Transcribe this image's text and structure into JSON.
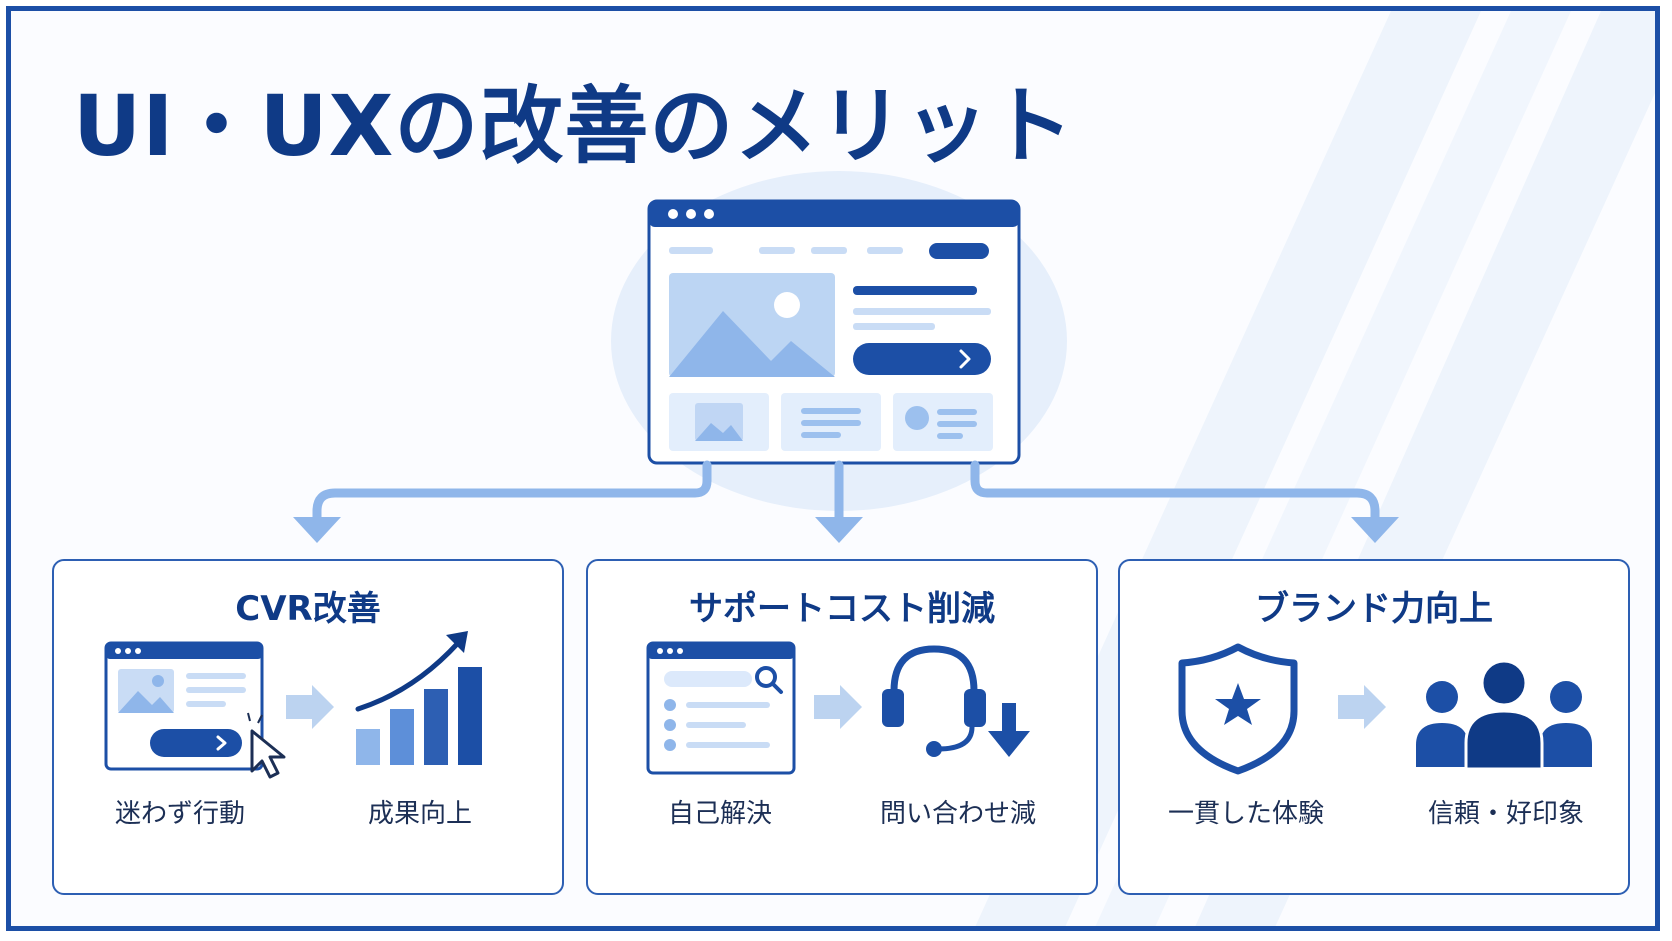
{
  "title": "UI・UXの改善のメリット",
  "cards": [
    {
      "title": "CVR改善",
      "left_label": "迷わず行動",
      "right_label": "成果向上"
    },
    {
      "title": "サポートコスト削減",
      "left_label": "自己解決",
      "right_label": "問い合わせ減"
    },
    {
      "title": "ブランド力向上",
      "left_label": "一貫した体験",
      "right_label": "信頼・好印象"
    }
  ],
  "colors": {
    "navy": "#0f3a86",
    "blue": "#1c4fa6",
    "light_blue": "#9cc0ee",
    "pale_blue": "#dce9fb"
  },
  "icons": [
    "browser-window-icon",
    "image-icon",
    "cursor-icon",
    "bar-chart-growth-icon",
    "search-icon",
    "headset-icon",
    "down-arrow-icon",
    "shield-star-icon",
    "people-group-icon",
    "arrow-right-icon"
  ]
}
